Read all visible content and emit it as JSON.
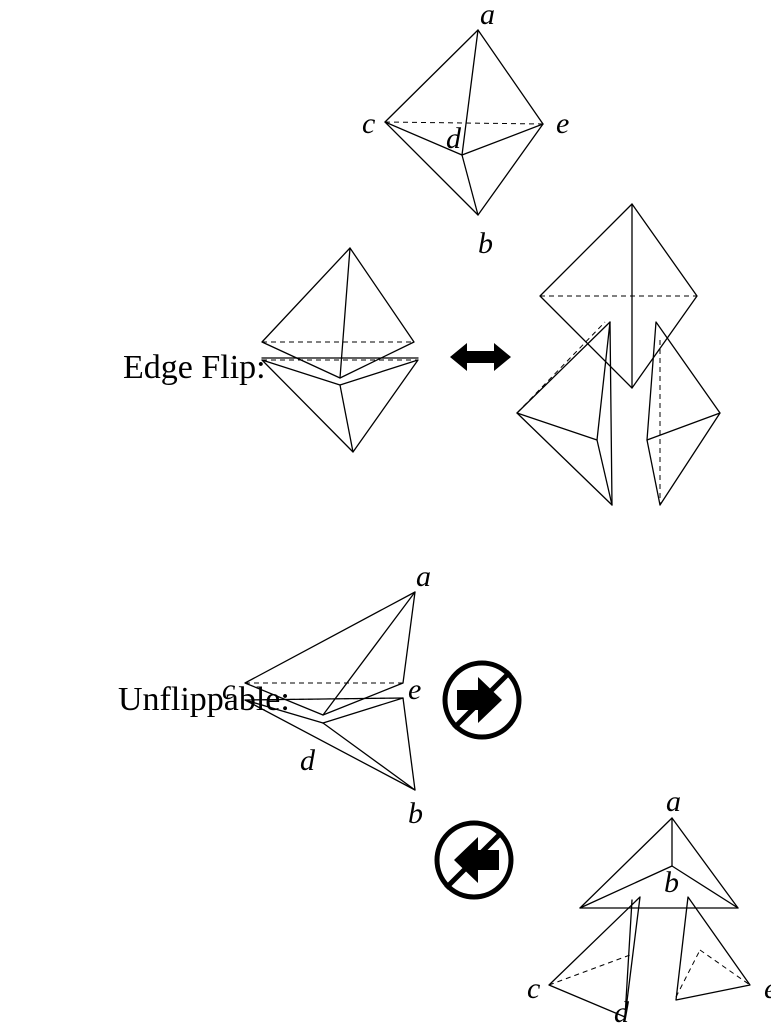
{
  "headings": {
    "edge_flip": "Edge Flip:",
    "unflippable": "Unflippable:"
  },
  "vertex_labels": {
    "a": "a",
    "b": "b",
    "c": "c",
    "d": "d",
    "e": "e"
  },
  "icons": {
    "double_arrow": "double-arrow-icon",
    "no_flip_right": "prohibited-right-arrow-icon",
    "no_flip_left": "prohibited-left-arrow-icon"
  }
}
